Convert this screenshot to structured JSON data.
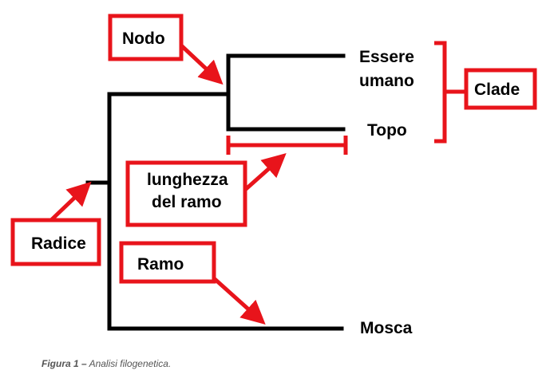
{
  "leaves": {
    "human_line1": "Essere",
    "human_line2": "umano",
    "mouse": "Topo",
    "fly": "Mosca"
  },
  "annotations": {
    "node": "Nodo",
    "clade": "Clade",
    "branch_length_line1": "lunghezza",
    "branch_length_line2": "del ramo",
    "root": "Radice",
    "branch": "Ramo"
  },
  "caption": {
    "label": "Figura 1 –",
    "text": "Analisi filogenetica."
  },
  "colors": {
    "tree": "#000000",
    "annotation": "#e8141b",
    "caption": "#555555"
  }
}
